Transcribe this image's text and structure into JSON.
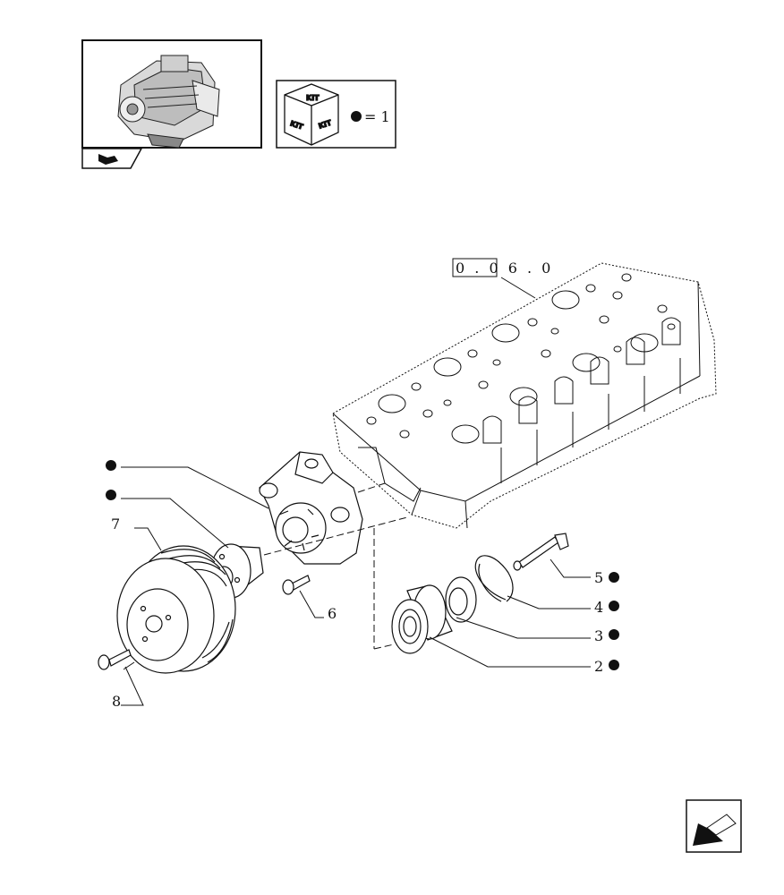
{
  "legend": {
    "kit_labels": [
      "KIT",
      "KIT",
      "KIT"
    ],
    "equals_text": "= 1"
  },
  "reference": {
    "code": "0 . 0 6 . 0"
  },
  "callouts": {
    "part_2": "2",
    "part_3": "3",
    "part_4": "4",
    "part_5": "5",
    "part_6": "6",
    "part_7": "7",
    "part_8": "8"
  },
  "icons": {
    "engine_thumbnail": "engine-thumbnail-icon",
    "kit_cube": "kit-cube-icon",
    "kit_dot": "filled-circle-icon",
    "back_arrow": "back-arrow-icon",
    "next_arrow": "next-arrow-icon"
  }
}
